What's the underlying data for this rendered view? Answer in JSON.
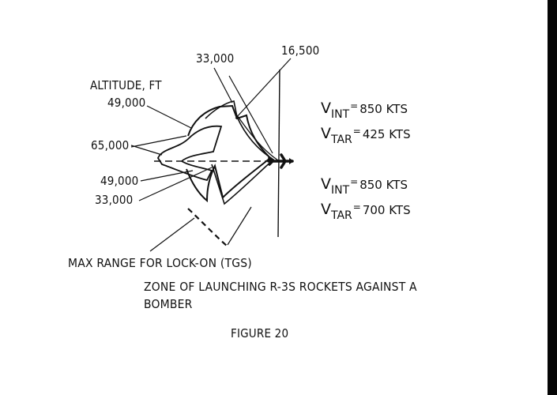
{
  "labels": {
    "alt_16500": "16,500",
    "alt_33000_top": "33,000",
    "altitude_heading": "ALTITUDE, FT",
    "alt_49000_top": "49,000",
    "alt_65000": "65,000",
    "alt_49000_bottom": "49,000",
    "alt_33000_bottom": "33,000",
    "max_range": "MAX RANGE FOR LOCK-ON (TGS)"
  },
  "velocities": {
    "upper": {
      "vint_symbol": "V",
      "vint_sub": "INT",
      "vint_value": "850 KTS",
      "vtar_symbol": "V",
      "vtar_sub": "TAR",
      "vtar_value": "425 KTS"
    },
    "lower": {
      "vint_symbol": "V",
      "vint_sub": "INT",
      "vint_value": "850 KTS",
      "vtar_symbol": "V",
      "vtar_sub": "TAR",
      "vtar_value": "700 KTS"
    },
    "equals": "="
  },
  "caption": {
    "line1": "ZONE OF LAUNCHING R-3S ROCKETS AGAINST A",
    "line2": "BOMBER",
    "figure": "FIGURE 20"
  }
}
